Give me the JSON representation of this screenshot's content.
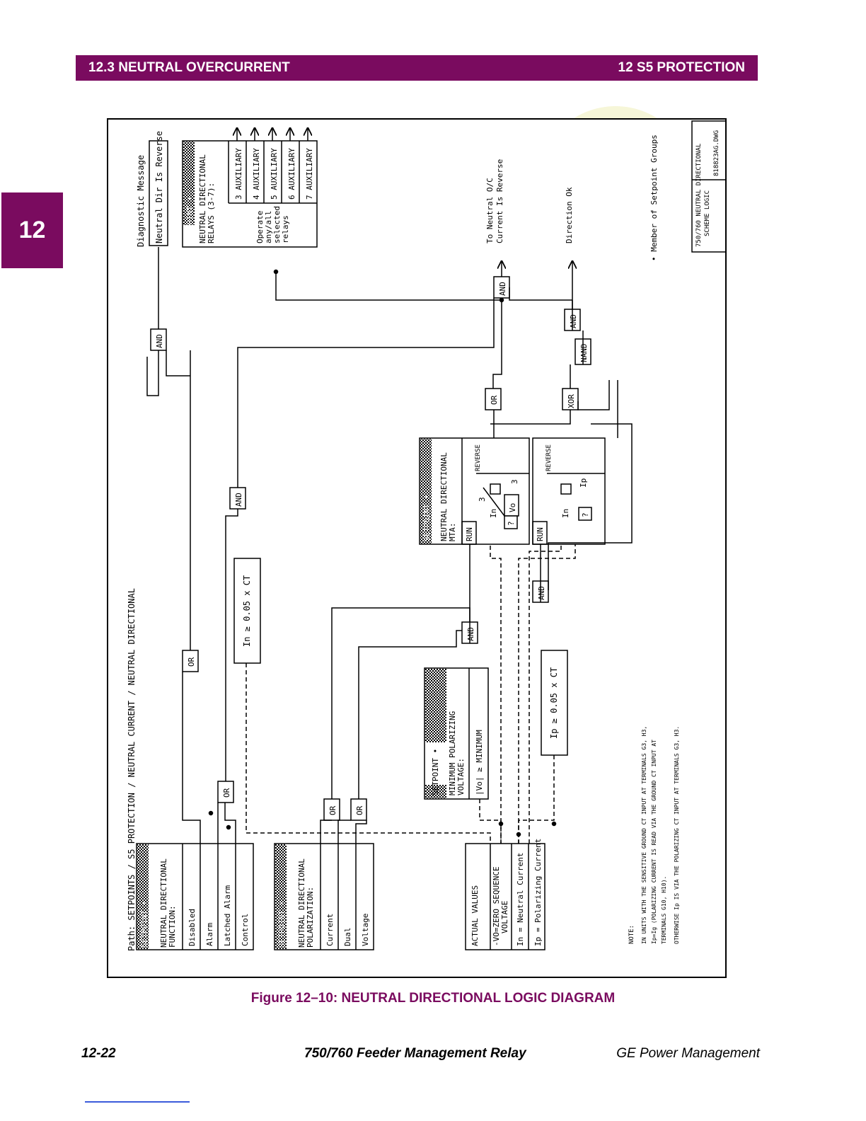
{
  "header": {
    "section": "12.3 NEUTRAL OVERCURRENT",
    "chapter": "12 S5 PROTECTION"
  },
  "chapter_tab": "12",
  "diagram": {
    "path": "Path:  SETPOINTS  /  S5  PROTECTION  /  NEUTRAL  CURRENT  /  NEUTRAL  DIRECTIONAL",
    "setpoint_label": "SETPOINT •",
    "function_block": {
      "title_1": "NEUTRAL  DIRECTIONAL",
      "title_2": "FUNCTION:",
      "options": [
        "Disabled",
        "Alarm",
        "Latched  Alarm",
        "Control"
      ]
    },
    "polarization_block": {
      "title_1": "NEUTRAL  DIRECTIONAL",
      "title_2": "POLARIZATION:",
      "options": [
        "Current",
        "Dual",
        "Voltage"
      ]
    },
    "actual_values": {
      "title": "ACTUAL  VALUES",
      "vo_1": "-VO=ZERO  SEQUENCE",
      "vo_2": "VOLTAGE",
      "in": "In  =  Neutral  Current",
      "ip": "Ip  =  Polarizing  Current"
    },
    "min_voltage_block": {
      "title_1": "MINIMUM  POLARIZING",
      "title_2": "VOLTAGE:",
      "condition": "|Vo|  ≥  MINIMUM"
    },
    "in_threshold": "In  ≥  0.05  x  CT",
    "ip_threshold": "Ip  ≥  0.05  x  CT",
    "mta_block": {
      "title_1": "NEUTRAL  DIRECTIONAL",
      "title_2": "MTA:",
      "run": "RUN",
      "reverse": "REVERSE",
      "in": "In",
      "vo": "Vo",
      "three": "3",
      "ip": "Ip",
      "q": "?"
    },
    "gates": {
      "and": "AND",
      "or": "OR",
      "xor": "XOR",
      "nand": "NAND"
    },
    "diagnostic": {
      "title": "Diagnostic  Message",
      "message": "Neutral  Dir  Is  Reverse"
    },
    "relays_block": {
      "title_1": "NEUTRAL  DIRECTIONAL",
      "title_2": "RELAYS  (3-7):",
      "operate_1": "Operate",
      "operate_2": "any/all",
      "operate_3": "selected",
      "operate_4": "relays",
      "relays": [
        "3  AUXILIARY",
        "4  AUXILIARY",
        "5  AUXILIARY",
        "6  AUXILIARY",
        "7  AUXILIARY"
      ]
    },
    "outputs": {
      "to_neutral_1": "To  Neutral  O/C",
      "to_neutral_2": "Current  Is  Reverse",
      "direction_ok": "Direction  Ok"
    },
    "member_note": "•  Member  of  Setpoint  Groups",
    "title_block": {
      "title_1": "750/760  NEUTRAL  DIRECTIONAL",
      "title_2": "SCHEME  LOGIC",
      "drawing": "818823AG.DWG"
    },
    "note": {
      "heading": "NOTE:",
      "line_1": "IN  UNITS  WITH  THE  SENSITIVE  GROUND  CT  INPUT  AT  TERMINALS  G3,  H3,",
      "line_2": "Ip=Ig  (POLARIZING  CURRENT  IS  READ  VIA  THE  GROUND  CT  INPUT  AT",
      "line_3": "TERMINALS  G10,  H10).",
      "line_4": "OTHERWISE  Ip  IS  VIA  THE  POLARIZING  CT  INPUT  AT  TERMINALS  G3,  H3."
    }
  },
  "caption": "Figure 12–10: NEUTRAL DIRECTIONAL LOGIC DIAGRAM",
  "footer": {
    "page": "12-22",
    "product": "750/760 Feeder Management Relay",
    "company": "GE Power Management"
  },
  "colors": {
    "brand": "#7a0b5f"
  }
}
